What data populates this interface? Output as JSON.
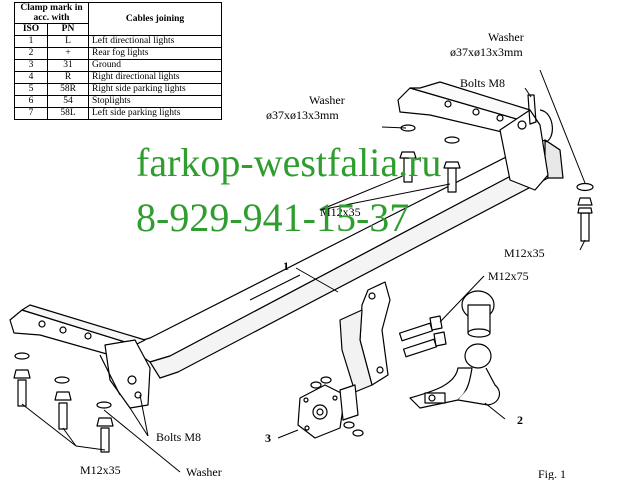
{
  "table": {
    "header_clamp": "Clamp mark in acc. with",
    "header_cables": "Cables joining",
    "header_iso": "ISO",
    "header_pn": "PN",
    "rows": [
      {
        "iso": "1",
        "pn": "L",
        "desc": "Left directional lights"
      },
      {
        "iso": "2",
        "pn": "+",
        "desc": "Rear fog lights"
      },
      {
        "iso": "3",
        "pn": "31",
        "desc": "Ground"
      },
      {
        "iso": "4",
        "pn": "R",
        "desc": "Right directional lights"
      },
      {
        "iso": "5",
        "pn": "58R",
        "desc": "Right side parking lights"
      },
      {
        "iso": "6",
        "pn": "54",
        "desc": "Stoplights"
      },
      {
        "iso": "7",
        "pn": "58L",
        "desc": "Left side parking lights"
      }
    ]
  },
  "labels": {
    "washer_top_right": "Washer",
    "washer_dim_top_right": "ø37xø13x3mm",
    "bolts_top": "Bolts M8",
    "washer_mid": "Washer",
    "washer_dim_mid": "ø37xø13x3mm",
    "bolt_m12x35_center": "M12x35",
    "bolt_m12x35_right": "M12x35",
    "bolt_m12x75": "M12x75",
    "part_1": "1",
    "part_2": "2",
    "part_3": "3",
    "bolts_bottom": "Bolts M8",
    "bolt_m12x35_bottom": "M12x35",
    "washer_bottom": "Washer",
    "figure": "Fig. 1"
  },
  "watermark": {
    "site": "farkop-westfalia.ru",
    "phone": "8-929-941-15-37",
    "color": "#2f9e2f"
  }
}
